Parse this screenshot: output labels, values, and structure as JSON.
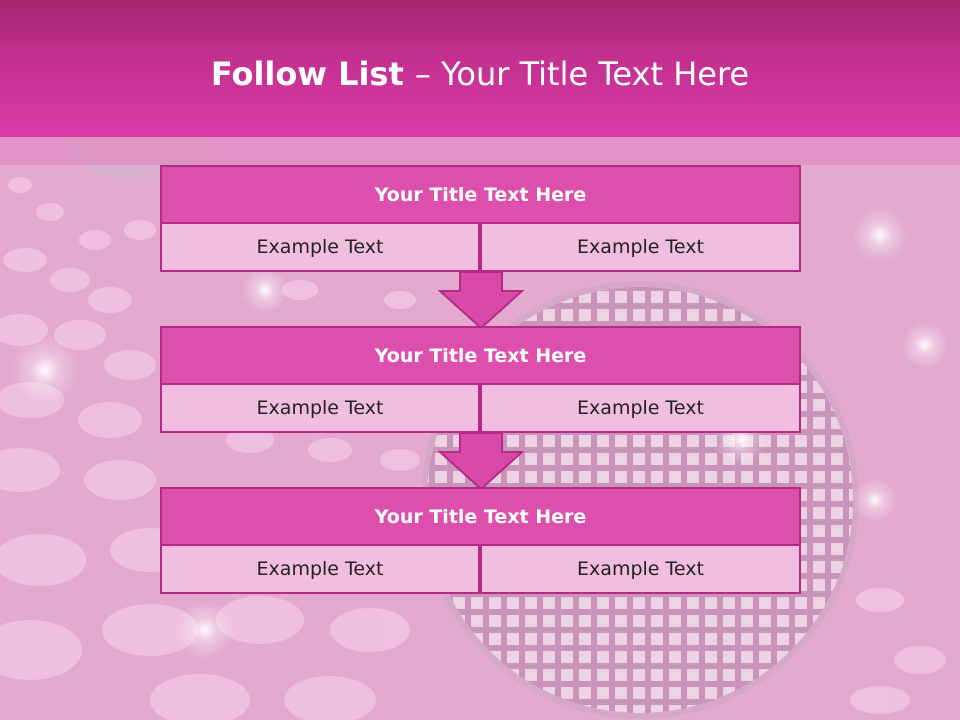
{
  "slide": {
    "title_bold": "Follow List ",
    "title_dash": " – ",
    "title_rest": "Your Title Text Here"
  },
  "rows": [
    {
      "title": "Your Title Text Here",
      "left": "Example Text",
      "right": "Example Text"
    },
    {
      "title": "Your Title Text Here",
      "left": "Example Text",
      "right": "Example Text"
    },
    {
      "title": "Your Title Text Here",
      "left": "Example Text",
      "right": "Example Text"
    }
  ],
  "colors": {
    "header": "#c22f8e",
    "title_box": "#dd4fac",
    "cell": "#f1bedf",
    "border": "#b52a86",
    "arrow": "#d94aa8"
  }
}
